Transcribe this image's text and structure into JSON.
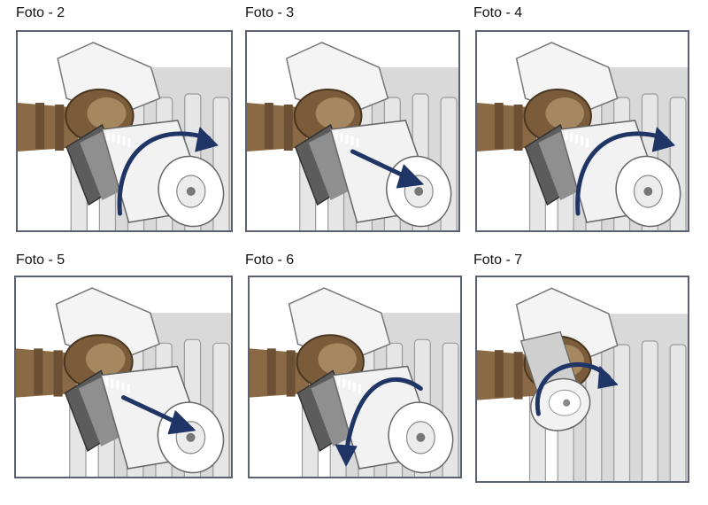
{
  "photos": [
    {
      "label": "Foto - 2",
      "action": "rotate-clockwise",
      "head": "large"
    },
    {
      "label": "Foto - 3",
      "action": "push-in",
      "head": "large"
    },
    {
      "label": "Foto - 4",
      "action": "rotate-clockwise",
      "head": "large"
    },
    {
      "label": "Foto - 5",
      "action": "push-in",
      "head": "large"
    },
    {
      "label": "Foto - 6",
      "action": "rotate-counterclockwise",
      "head": "large"
    },
    {
      "label": "Foto - 7",
      "action": "rotate-clockwise",
      "head": "small"
    }
  ],
  "colors": {
    "frame": "#5a6170",
    "arrow": "#1f3566",
    "radiator": "#d9d9d9",
    "brass": "#8a6a45",
    "grey_ring": "#5c5c5c",
    "head": "#f2f2f2"
  }
}
